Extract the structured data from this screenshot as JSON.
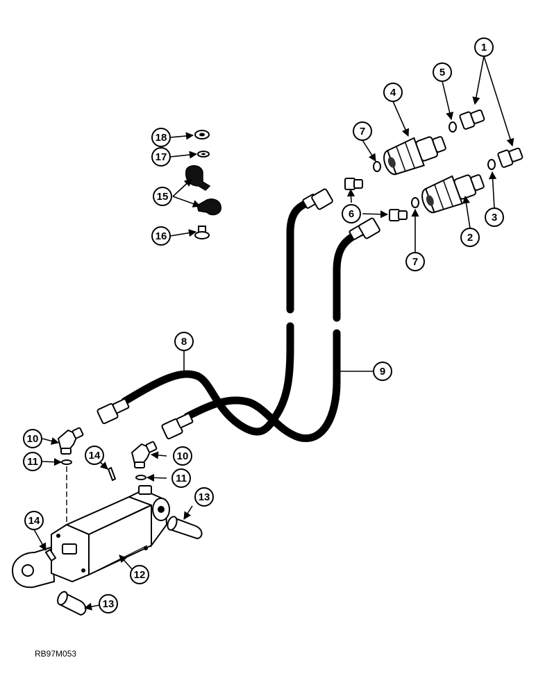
{
  "callouts": {
    "c1": "1",
    "c2": "2",
    "c3": "3",
    "c4": "4",
    "c5": "5",
    "c6": "6",
    "c7": "7",
    "c8": "8",
    "c9": "9",
    "c10": "10",
    "c11": "11",
    "c12": "12",
    "c13": "13",
    "c14": "14",
    "c15": "15",
    "c16": "16",
    "c17": "17",
    "c18": "18"
  },
  "figure_code": "RB97M053"
}
